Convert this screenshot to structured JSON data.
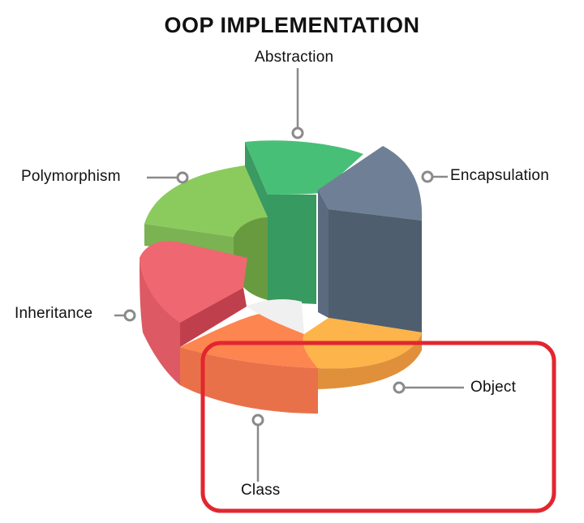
{
  "title": "OOP IMPLEMENTATION",
  "segments": [
    {
      "label": "Abstraction",
      "color": "#48bf77"
    },
    {
      "label": "Encapsulation",
      "color": "#6f8096"
    },
    {
      "label": "Object",
      "color": "#fdb44a"
    },
    {
      "label": "Class",
      "color": "#fd8550"
    },
    {
      "label": "Inheritance",
      "color": "#ef6770"
    },
    {
      "label": "Polymorphism",
      "color": "#8bcb5e"
    }
  ],
  "highlight": {
    "target": "Class",
    "color": "#e2262f"
  }
}
